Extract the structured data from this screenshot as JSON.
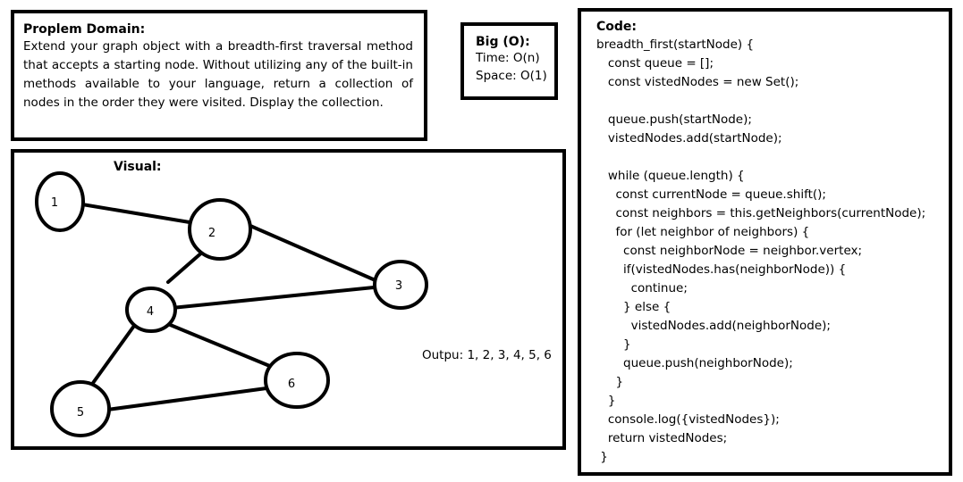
{
  "problem": {
    "title": "Proplem Domain:",
    "text": "Extend your graph object with a breadth-first traversal method that accepts a starting node. Without utilizing any of the built-in methods available to your language, return a collection of nodes in the order they were visited. Display the collection."
  },
  "big_o": {
    "title": "Big (O):",
    "time": "Time: O(n)",
    "space": "Space: O(1)"
  },
  "visual": {
    "title": "Visual:",
    "output": "Outpu: 1, 2, 3, 4, 5, 6",
    "nodes": [
      "1",
      "2",
      "3",
      "4",
      "5",
      "6"
    ]
  },
  "code": {
    "title": "Code:",
    "lines": [
      "breadth_first(startNode) {",
      "   const queue = [];",
      "   const vistedNodes = new Set();",
      "",
      "   queue.push(startNode);",
      "   vistedNodes.add(startNode);",
      "",
      "   while (queue.length) {",
      "     const currentNode = queue.shift();",
      "     const neighbors = this.getNeighbors(currentNode);",
      "     for (let neighbor of neighbors) {",
      "       const neighborNode = neighbor.vertex;",
      "       if(vistedNodes.has(neighborNode)) {",
      "         continue;",
      "       } else {",
      "         vistedNodes.add(neighborNode);",
      "       }",
      "       queue.push(neighborNode);",
      "     }",
      "   }",
      "   console.log({vistedNodes});",
      "   return vistedNodes;",
      " }"
    ]
  }
}
